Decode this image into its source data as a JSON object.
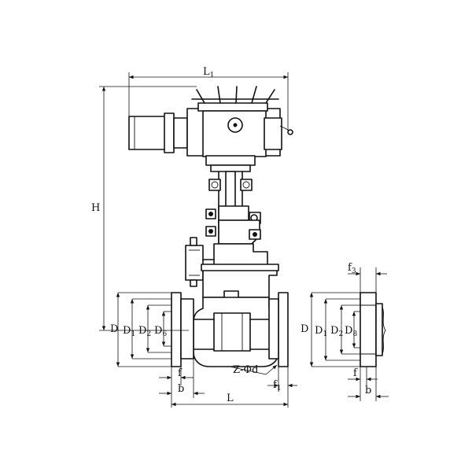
{
  "labels": {
    "L1": "L",
    "L1_sub": "1",
    "H": "H",
    "D": "D",
    "D1": "D",
    "D1_sub": "1",
    "D2": "D",
    "D2_sub": "2",
    "D6": "D",
    "D6_sub": "6",
    "Z_phi_d": "Z-Φd",
    "f": "f",
    "f1": "f",
    "f1_sub": "1",
    "b": "b",
    "L": "L",
    "R_D": "D",
    "R_D1": "D",
    "R_D1_sub": "1",
    "R_D2": "D",
    "R_D2_sub": "2",
    "R_D8": "D",
    "R_D8_sub": "8",
    "R_f3": "f",
    "R_f3_sub": "3",
    "R_f": "f",
    "R_b": "b"
  }
}
